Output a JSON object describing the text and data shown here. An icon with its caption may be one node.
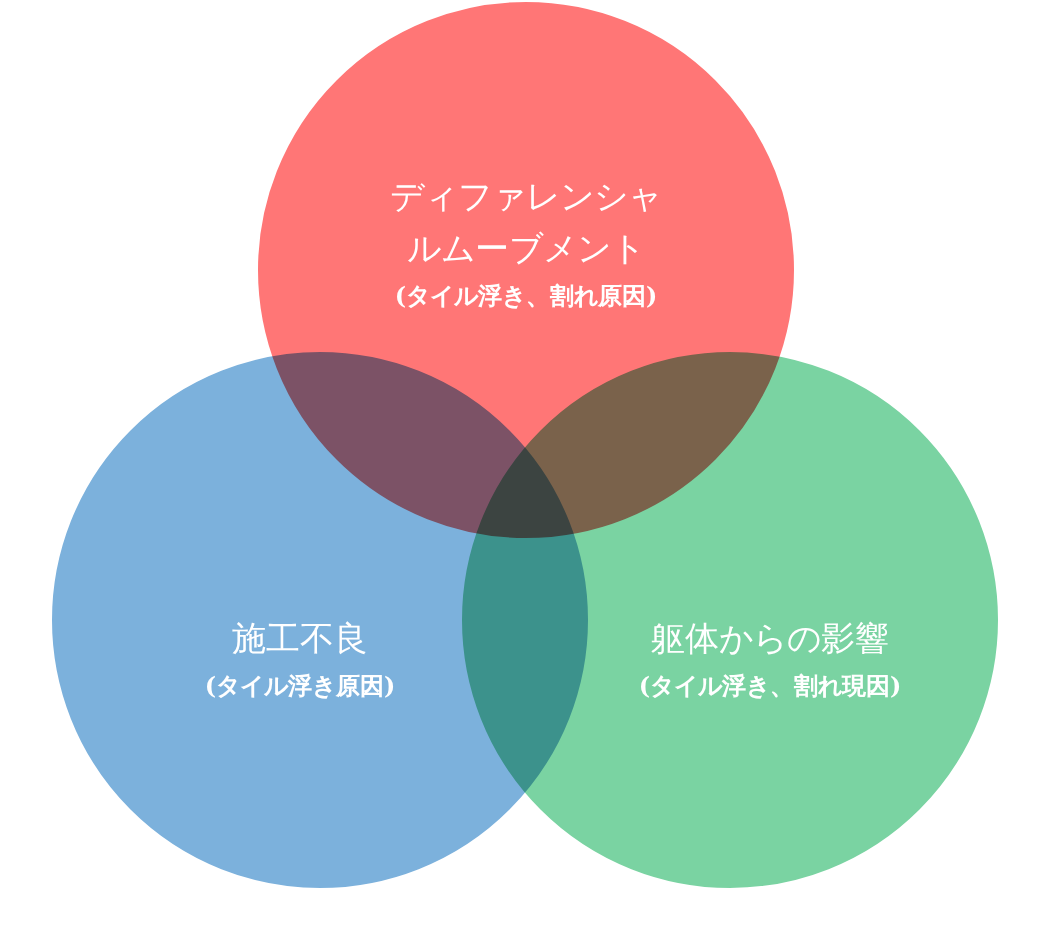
{
  "diagram": {
    "nodes": [
      {
        "text": [
          "ディファレンシャルムーブメント",
          "(タイル浮き、割れ原因)"
        ]
      },
      {
        "text": [
          "施工不良",
          "(タイル浮き原因)"
        ]
      },
      {
        "text": [
          "躯体からの影響",
          "(タイル浮き、割れ現因)"
        ]
      }
    ],
    "edges": []
  }
}
